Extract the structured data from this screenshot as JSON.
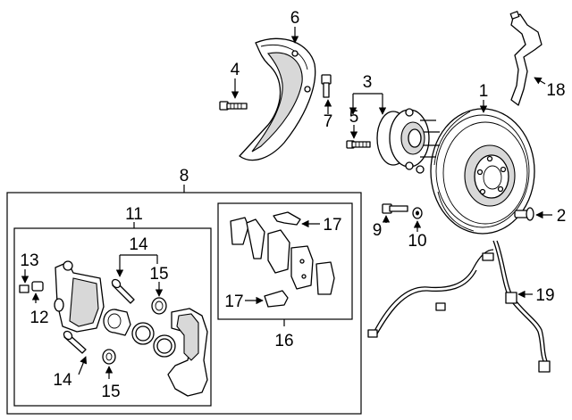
{
  "callouts": {
    "c1": "1",
    "c2": "2",
    "c3": "3",
    "c4": "4",
    "c5": "5",
    "c6": "6",
    "c7": "7",
    "c8": "8",
    "c9": "9",
    "c10": "10",
    "c11": "11",
    "c12": "12",
    "c13": "13",
    "c14a": "14",
    "c14b": "14",
    "c15a": "15",
    "c15b": "15",
    "c16": "16",
    "c17a": "17",
    "c17b": "17",
    "c18": "18",
    "c19": "19"
  }
}
